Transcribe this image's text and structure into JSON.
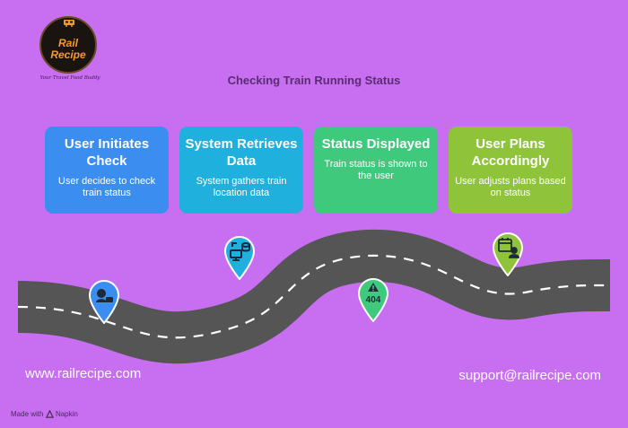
{
  "logo": {
    "line1": "Rail",
    "line2": "Recipe",
    "tagline": "Your Travel Food Buddy"
  },
  "title": "Checking Train Running Status",
  "colors": {
    "background": "#c86ef0",
    "road": "#555555",
    "card_1": "#3b8ef0",
    "card_2": "#1fb0de",
    "card_3": "#3ec97c",
    "card_4": "#8fc43a"
  },
  "steps": [
    {
      "title": "User Initiates Check",
      "description": "User decides to check train status",
      "icon": "user-chat-icon"
    },
    {
      "title": "System Retrieves Data",
      "description": "System gathers train location data",
      "icon": "computer-database-icon"
    },
    {
      "title": "Status Displayed",
      "description": "Train status is shown to the user",
      "icon": "warning-404-icon",
      "icon_text": "404"
    },
    {
      "title": "User Plans Accordingly",
      "description": "User adjusts plans based on status",
      "icon": "calendar-user-icon"
    }
  ],
  "footer": {
    "website": "www.railrecipe.com",
    "email": "support@railrecipe.com",
    "made_with": "Made with",
    "brand": "Napkin"
  }
}
